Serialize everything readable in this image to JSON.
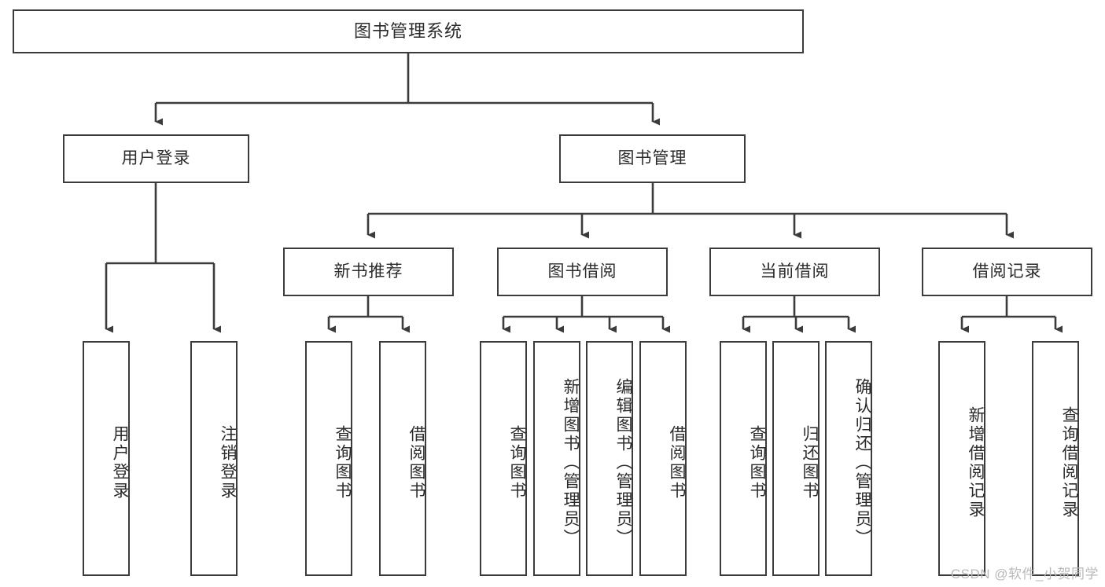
{
  "diagram": {
    "title": "图书管理系统",
    "type": "tree-hierarchy-chart",
    "watermark": "CSDN @软件_小贺同学",
    "colors": {
      "line": "#3b3b3b",
      "box_fill": "#ffffff",
      "text": "#2b2b2b",
      "watermark": "#b9b9b9",
      "background": "#ffffff"
    },
    "nodes": {
      "root": {
        "label": "图书管理系统"
      },
      "level2": [
        {
          "label": "用户登录"
        },
        {
          "label": "图书管理"
        }
      ],
      "level3": [
        {
          "label": "新书推荐"
        },
        {
          "label": "图书借阅"
        },
        {
          "label": "当前借阅"
        },
        {
          "label": "借阅记录"
        }
      ],
      "leaves_user_login": [
        {
          "label": "用户登录"
        },
        {
          "label": "注销登录"
        }
      ],
      "leaves_new_book": [
        {
          "label": "查询图书"
        },
        {
          "label": "借阅图书"
        }
      ],
      "leaves_book_borrow": [
        {
          "label": "查询图书"
        },
        {
          "label": "新增图书（管理员）"
        },
        {
          "label": "编辑图书（管理员）"
        },
        {
          "label": "借阅图书"
        }
      ],
      "leaves_current_borrow": [
        {
          "label": "查询图书"
        },
        {
          "label": "归还图书"
        },
        {
          "label": "确认归还（管理员）"
        }
      ],
      "leaves_borrow_record": [
        {
          "label": "新增借阅记录"
        },
        {
          "label": "查询借阅记录"
        }
      ]
    }
  }
}
